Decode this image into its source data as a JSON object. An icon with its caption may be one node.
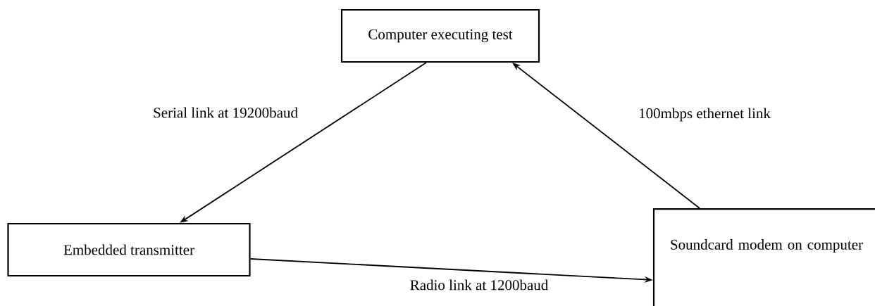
{
  "diagram": {
    "nodes": [
      {
        "text": [
          "Computer executing test"
        ]
      },
      {
        "text": [
          "Embedded transmitter"
        ]
      },
      {
        "text": [
          "Soundcard modem on computer"
        ]
      }
    ],
    "edges": [
      {
        "from": 0,
        "to": 1,
        "arrow": "to",
        "label": "Serial link at 19200baud"
      },
      {
        "from": 1,
        "to": 2,
        "arrow": "to",
        "label": "Radio link at 1200baud"
      },
      {
        "from": 2,
        "to": 0,
        "arrow": "to",
        "label": "100mbps ethernet link"
      }
    ]
  }
}
